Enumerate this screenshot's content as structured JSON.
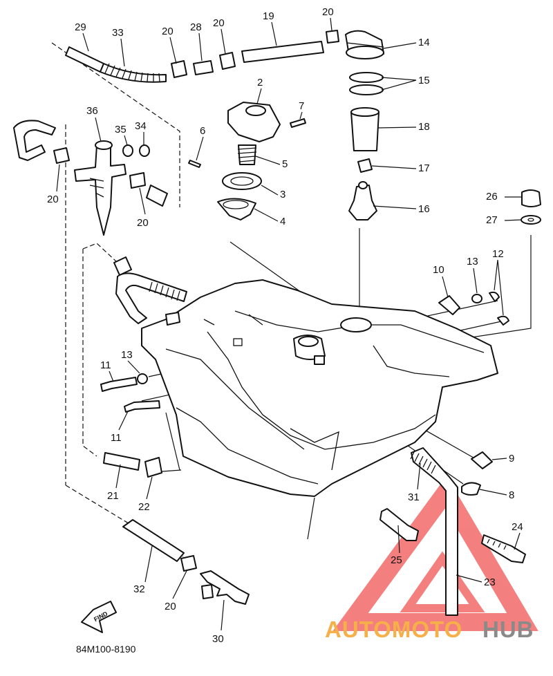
{
  "diagram": {
    "code": "84M100-8190",
    "find_label": "FIND",
    "watermark": {
      "left": "AUTOMOTO",
      "right": "HUB",
      "left_color": "#f5b04a",
      "right_color": "#8a8a8a",
      "triangle_color": "#f04a4a"
    },
    "callouts": [
      "29",
      "33",
      "20",
      "28",
      "20",
      "19",
      "20",
      "14",
      "15",
      "18",
      "17",
      "16",
      "2",
      "7",
      "6",
      "5",
      "3",
      "4",
      "36",
      "35",
      "34",
      "20",
      "20",
      "26",
      "27",
      "10",
      "13",
      "12",
      "13",
      "11",
      "11",
      "9",
      "8",
      "31",
      "21",
      "22",
      "24",
      "25",
      "23",
      "32",
      "20",
      "30"
    ]
  }
}
